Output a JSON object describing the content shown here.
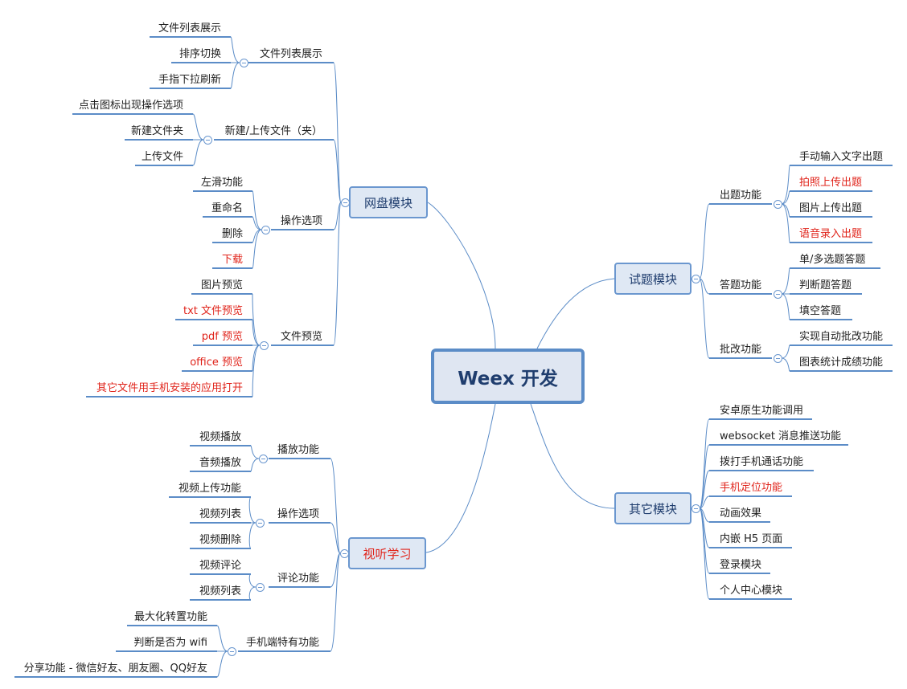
{
  "root": {
    "title": "Weex 开发"
  },
  "colors": {
    "line": "#5b8cc7",
    "highlight": "#e0241b",
    "box_fill": "#dfe8f4",
    "central_fill": "#dfe6f2"
  },
  "branches": {
    "netdisk": {
      "label": "网盘模块",
      "groups": [
        {
          "label": "文件列表展示",
          "items": [
            "文件列表展示",
            "排序切换",
            "手指下拉刷新"
          ]
        },
        {
          "label": "新建/上传文件（夹）",
          "items": [
            "点击图标出现操作选项",
            "新建文件夹",
            "上传文件"
          ]
        },
        {
          "label": "操作选项",
          "items": [
            "左滑功能",
            "重命名",
            "删除",
            "下载"
          ]
        },
        {
          "label": "文件预览",
          "items": [
            "图片预览",
            "txt 文件预览",
            "pdf 预览",
            "office 预览",
            "其它文件用手机安装的应用打开"
          ]
        }
      ]
    },
    "media": {
      "label": "视听学习",
      "groups": [
        {
          "label": "播放功能",
          "items": [
            "视频播放",
            "音频播放"
          ]
        },
        {
          "label": "操作选项",
          "items": [
            "视频上传功能",
            "视频列表",
            "视频删除"
          ]
        },
        {
          "label": "评论功能",
          "items": [
            "视频评论",
            "视频列表"
          ]
        },
        {
          "label": "手机端特有功能",
          "items": [
            "最大化转置功能",
            "判断是否为 wifi",
            "分享功能 - 微信好友、朋友圈、QQ好友"
          ]
        }
      ]
    },
    "exam": {
      "label": "试题模块",
      "groups": [
        {
          "label": "出题功能",
          "items": [
            "手动输入文字出题",
            "拍照上传出题",
            "图片上传出题",
            "语音录入出题"
          ]
        },
        {
          "label": "答题功能",
          "items": [
            "单/多选题答题",
            "判断题答题",
            "填空答题"
          ]
        },
        {
          "label": "批改功能",
          "items": [
            "实现自动批改功能",
            "图表统计成绩功能"
          ]
        }
      ]
    },
    "other": {
      "label": "其它模块",
      "items": [
        "安卓原生功能调用",
        "websocket 消息推送功能",
        "拨打手机通话功能",
        "手机定位功能",
        "动画效果",
        "内嵌 H5 页面",
        "登录模块",
        "个人中心模块"
      ]
    }
  }
}
